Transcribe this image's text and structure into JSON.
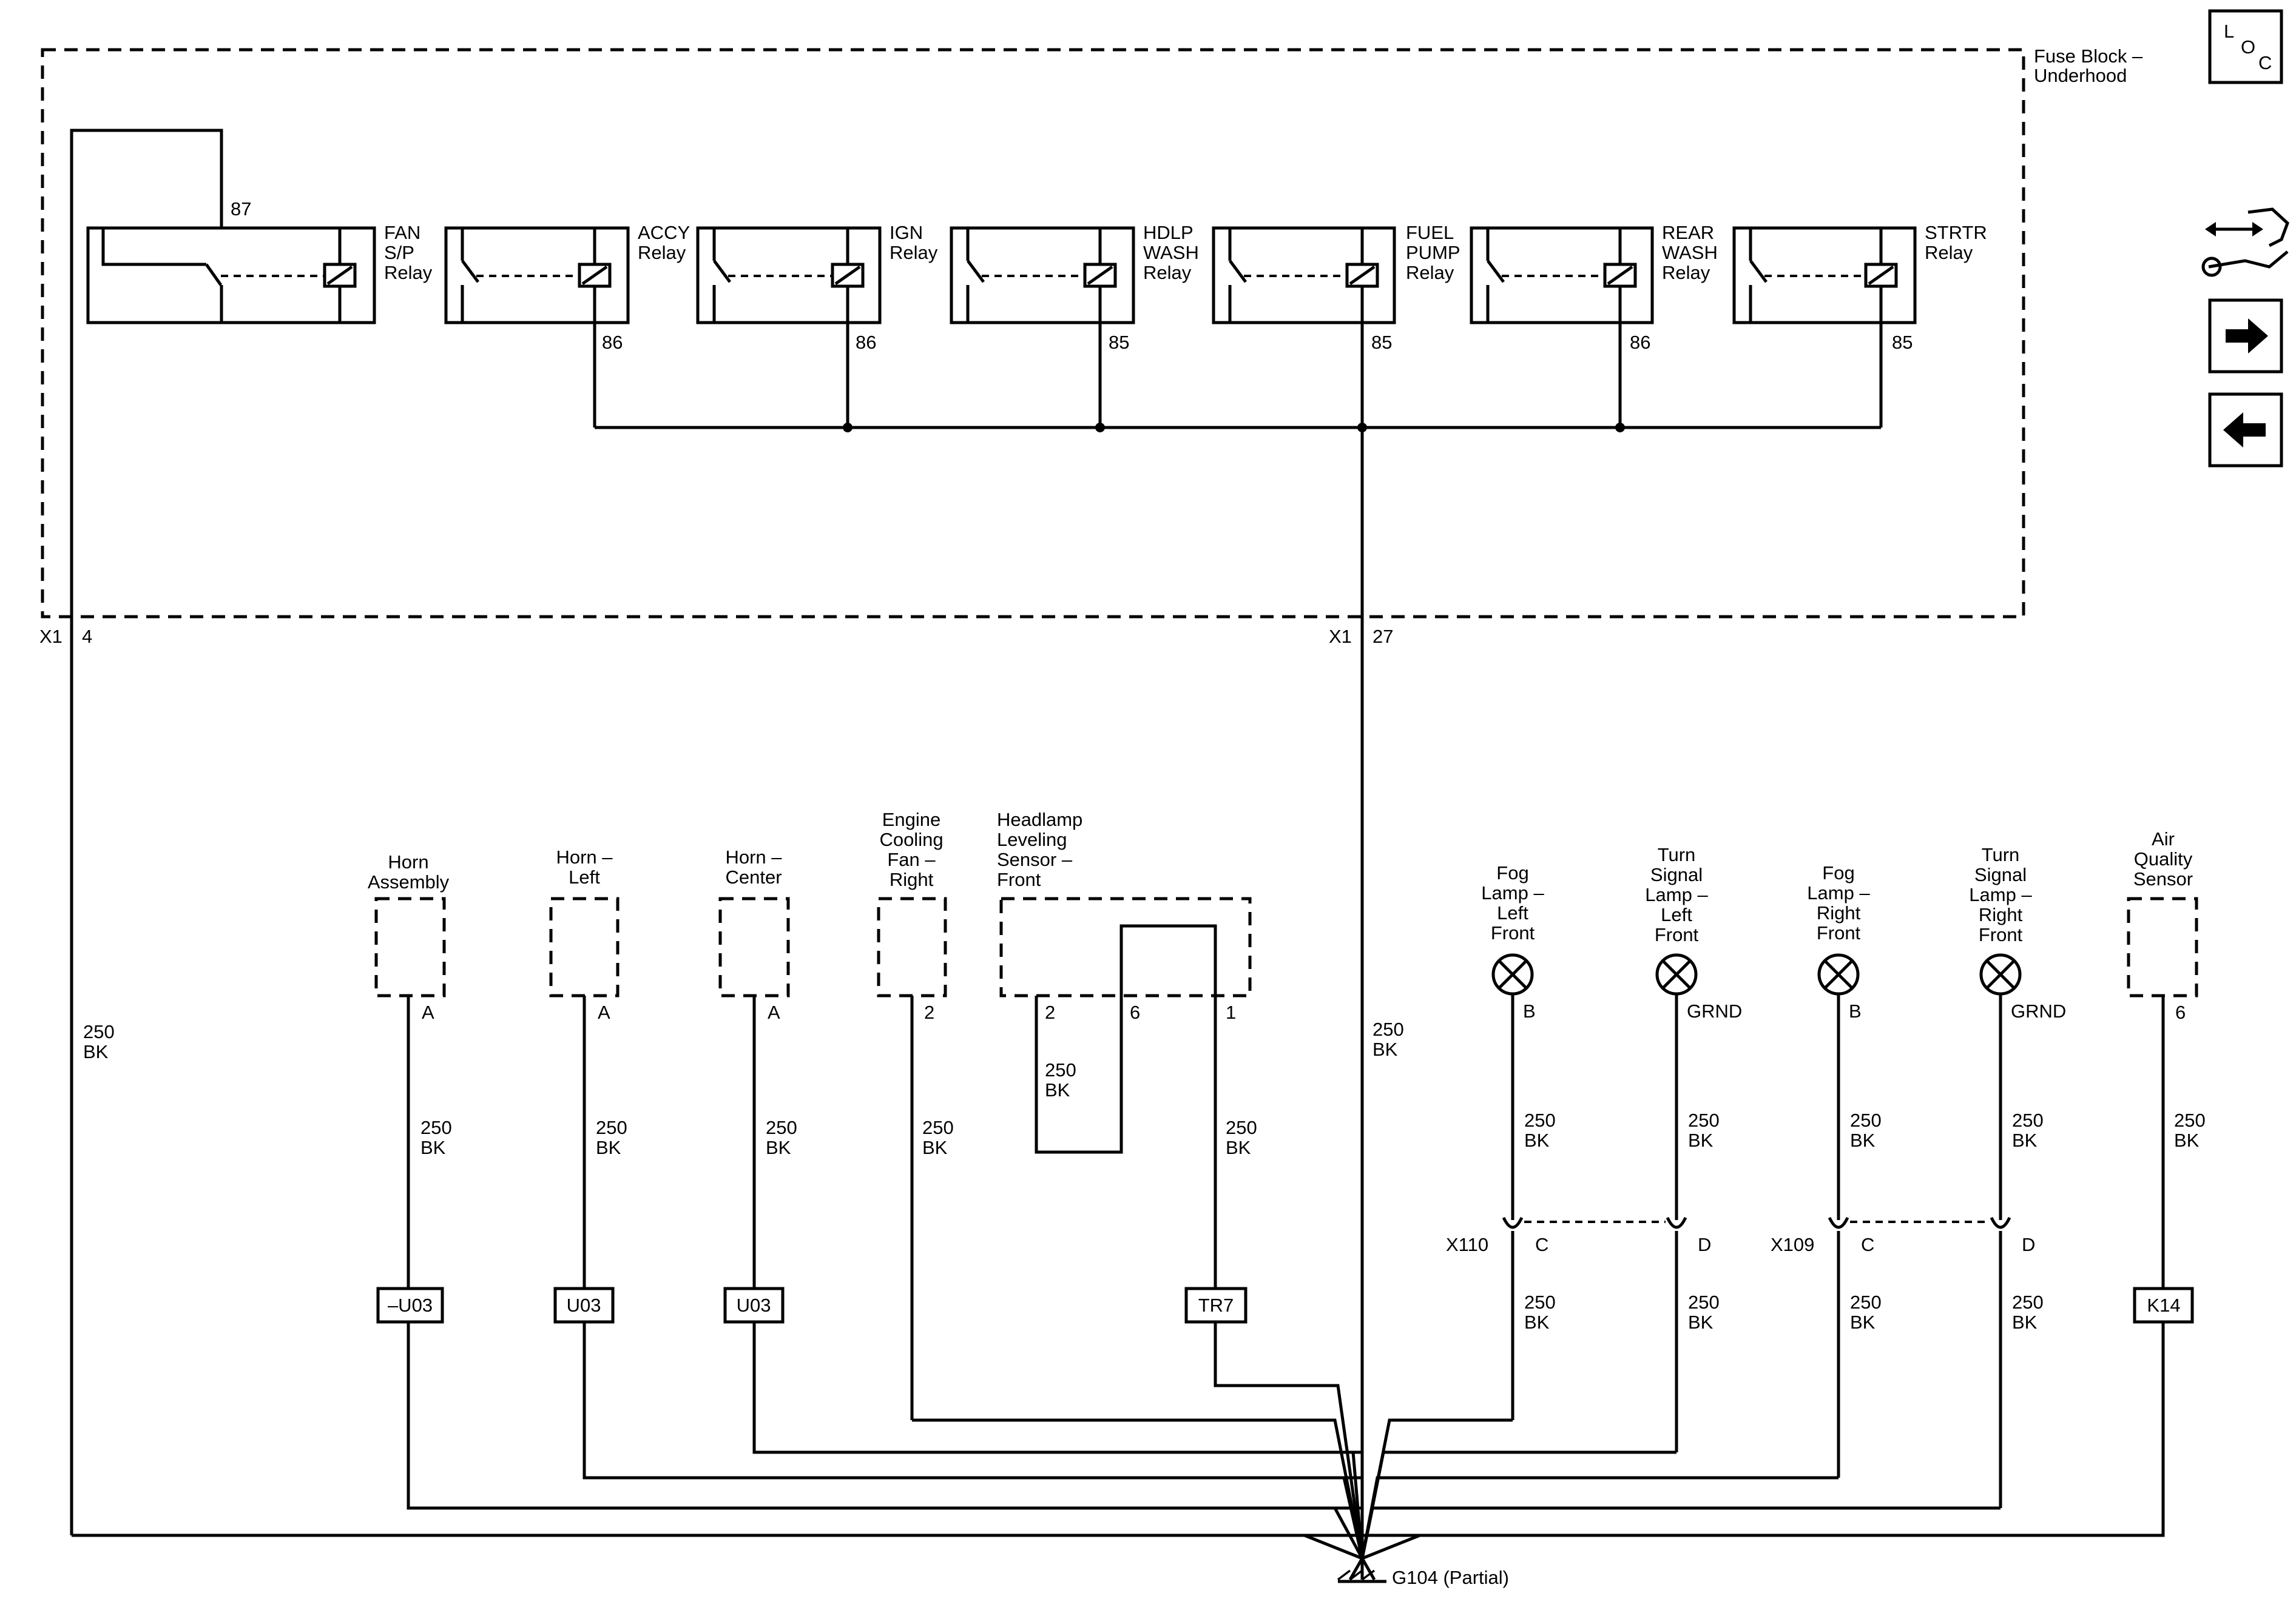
{
  "fuse_block": {
    "label_line1": "Fuse Block –",
    "label_line2": "Underhood"
  },
  "nav": {
    "loc_icon": "loc-icon",
    "connector_icon": "connector-wrench-icon",
    "next_icon": "arrow-right-icon",
    "prev_icon": "arrow-left-icon",
    "loc_l": "L",
    "loc_o": "O",
    "loc_c": "C"
  },
  "relays": [
    {
      "lines": [
        "FAN",
        "S/P",
        "Relay"
      ],
      "pin": "87"
    },
    {
      "lines": [
        "ACCY",
        "Relay"
      ],
      "pin": "86"
    },
    {
      "lines": [
        "IGN",
        "Relay"
      ],
      "pin": "86"
    },
    {
      "lines": [
        "HDLP",
        "WASH",
        "Relay"
      ],
      "pin": "85"
    },
    {
      "lines": [
        "FUEL",
        "PUMP",
        "Relay"
      ],
      "pin": "85"
    },
    {
      "lines": [
        "REAR",
        "WASH",
        "Relay"
      ],
      "pin": "86"
    },
    {
      "lines": [
        "STRTR",
        "Relay"
      ],
      "pin": "85"
    }
  ],
  "connectors": {
    "left_conn": "X1",
    "left_pin": "4",
    "right_conn": "X1",
    "right_pin": "27"
  },
  "wire": {
    "size": "250",
    "color": "BK"
  },
  "devices": [
    {
      "lines": [
        "Horn",
        "Assembly"
      ],
      "pin": "A",
      "loc": "–U03"
    },
    {
      "lines": [
        "Horn –",
        "Left"
      ],
      "pin": "A",
      "loc": "U03"
    },
    {
      "lines": [
        "Horn –",
        "Center"
      ],
      "pin": "A",
      "loc": "U03"
    },
    {
      "lines": [
        "Engine",
        "Cooling",
        "Fan –",
        "Right"
      ],
      "pin": "2"
    },
    {
      "lines": [
        "Headlamp",
        "Leveling",
        "Sensor –",
        "Front"
      ],
      "pins": [
        "2",
        "6",
        "1"
      ],
      "loc": "TR7"
    },
    {
      "lines": [
        "Fog",
        "Lamp –",
        "Left",
        "Front"
      ],
      "pin": "B"
    },
    {
      "lines": [
        "Turn",
        "Signal",
        "Lamp –",
        "Left",
        "Front"
      ],
      "pin": "GRND"
    },
    {
      "lines": [
        "Fog",
        "Lamp –",
        "Right",
        "Front"
      ],
      "pin": "B"
    },
    {
      "lines": [
        "Turn",
        "Signal",
        "Lamp –",
        "Right",
        "Front"
      ],
      "pin": "GRND"
    },
    {
      "lines": [
        "Air",
        "Quality",
        "Sensor"
      ],
      "pin": "6",
      "loc": "K14"
    }
  ],
  "inline_connectors": [
    {
      "name": "X110",
      "pins": [
        "C",
        "D"
      ]
    },
    {
      "name": "X109",
      "pins": [
        "C",
        "D"
      ]
    }
  ],
  "ground": {
    "label": "G104 (Partial)"
  }
}
